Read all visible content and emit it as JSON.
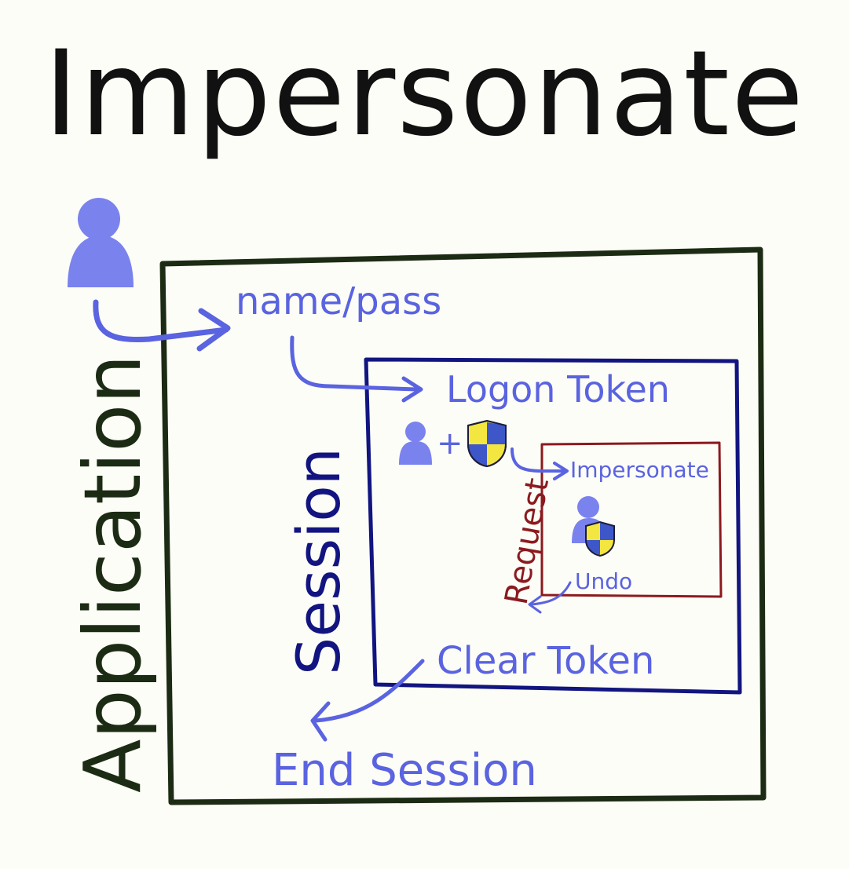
{
  "title": "Impersonate",
  "labels": {
    "application": "Application",
    "session": "Session",
    "request": "Request",
    "credentials": "name/pass",
    "logon_token": "Logon Token",
    "plus": "+",
    "impersonate": "Impersonate",
    "undo": "Undo",
    "clear_token": "Clear Token",
    "end_session": "End Session"
  },
  "icons": {
    "user": "user-icon",
    "shield": "windows-shield-icon",
    "impersonated_user": "user-with-shield-icon"
  },
  "colors": {
    "background": "#fdfdf7",
    "title": "#111111",
    "application_box": "#1c2b13",
    "session_box": "#121580",
    "request_box": "#8b1a1f",
    "flow_text": "#5a63e0",
    "user_icon": "#7a82ee",
    "shield_blue": "#3d57c9",
    "shield_yellow": "#f4e640"
  }
}
